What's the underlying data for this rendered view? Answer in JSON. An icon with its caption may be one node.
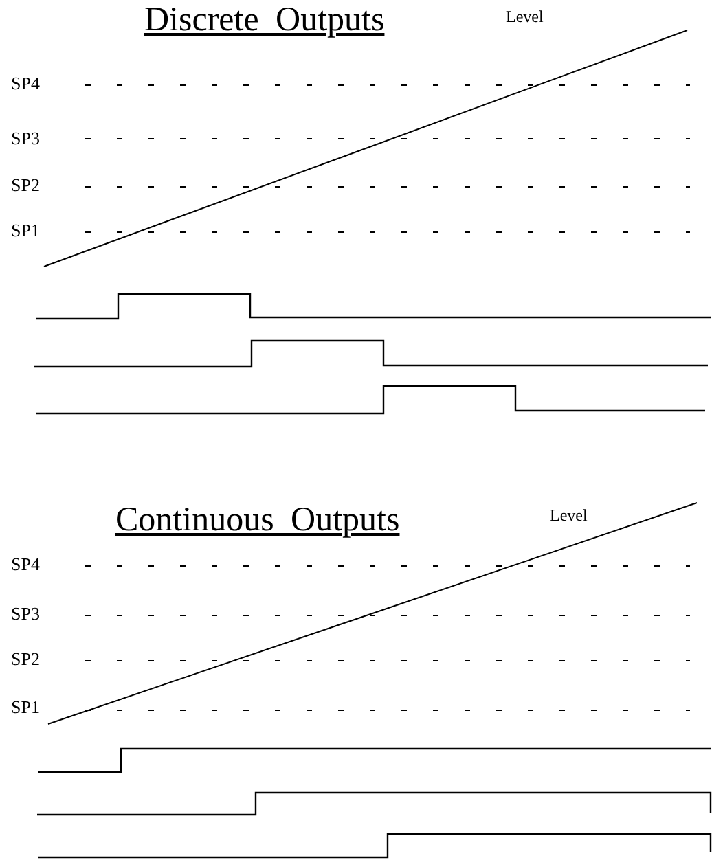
{
  "diagram": {
    "labels": [
      "Discrete Outputs",
      "Level",
      "SP4",
      "SP3",
      "SP2",
      "SP1",
      "Continuous Outputs",
      "Level",
      "SP4",
      "SP3",
      "SP2",
      "SP1"
    ]
  }
}
